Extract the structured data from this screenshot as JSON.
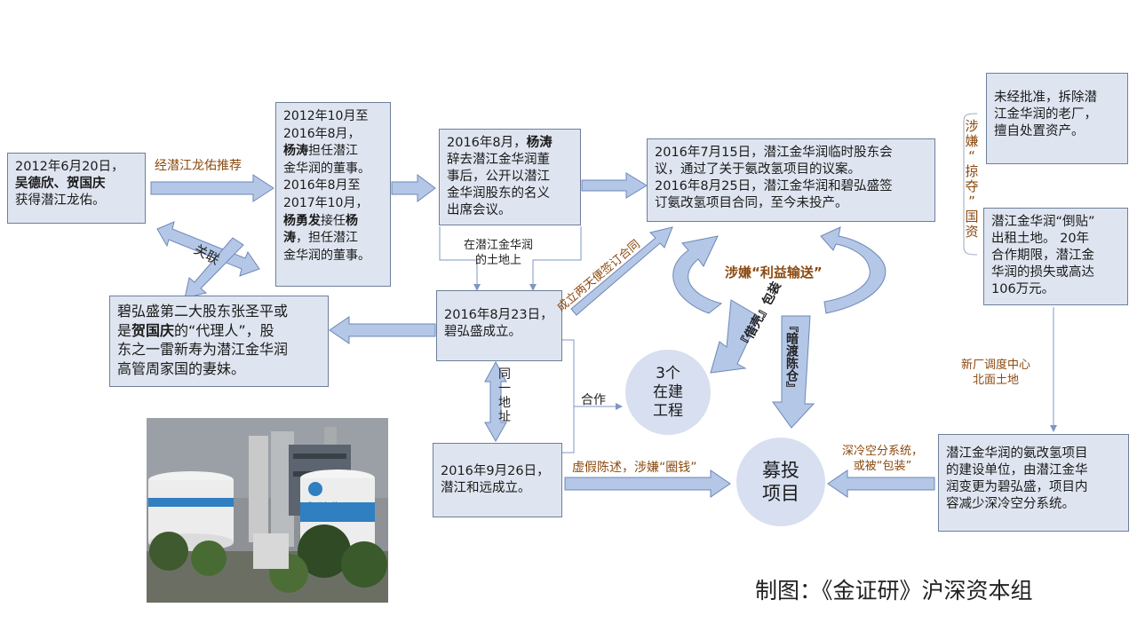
{
  "boxes": {
    "b1": [
      "2012年6月20日，",
      "吴德欣、贺国庆",
      "获得潜江龙佑。"
    ],
    "b2": [
      "2012年10月至",
      "2016年8月，",
      "杨涛",
      "担任潜江",
      "金华润的董事。",
      "2016年8月至",
      "2017年10月，",
      "杨勇发",
      "接任",
      "杨",
      "涛",
      "，担任潜江",
      "金华润的董事。"
    ],
    "b3": [
      "2016年8月，",
      "杨涛",
      "辞去潜江金华润董",
      "事后，公开以潜江",
      "金华润股东的名义",
      "出席会议。"
    ],
    "b4": [
      "2016年7月15日，潜江金华润临时股东会",
      "议，通过了关于氨改氢项目的议案。",
      "2016年8月25日，潜江金华润和碧弘盛签",
      "订氨改氢项目合同，至今未投产。"
    ],
    "b5": [
      "碧弘盛第二大股东张圣平或",
      "是",
      "贺国庆",
      "的“代理人”，股",
      "东之一雷新寿为潜江金华润",
      "高管周家国的妻妹。"
    ],
    "b6": [
      "2016年8月23日，",
      "碧弘盛成立。"
    ],
    "b7": [
      "2016年9月26日，",
      "潜江和远成立。"
    ],
    "b8": [
      "未经批准，拆除潜",
      "江金华润的老厂，",
      "擅自处置资产。"
    ],
    "b9": [
      "潜江金华润“倒贴”",
      "出租土地。 20年",
      "合作期限，潜江金",
      "华润的损失或高达",
      "106万元。"
    ],
    "b10": [
      "潜江金华润的氨改氢项目",
      "的建设单位，由潜江金华",
      "润变更为碧弘盛，项目内",
      "容减少深冷空分系统。"
    ]
  },
  "labels": {
    "recommend": "经潜江龙佑推荐",
    "related": "关联",
    "on_land": [
      "在潜江金华润",
      "的土地上"
    ],
    "sign_contract": "成立两天便签订合同",
    "benefit": "涉嫌“利益输送”",
    "same_address": [
      "同",
      "一",
      "地",
      "址"
    ],
    "cooperate": "合作",
    "borrow": [
      "『借壳』",
      "包装"
    ],
    "secret": [
      "『暗渡陈仓』"
    ],
    "false_statement": "虚假陈述，涉嫌“圈钱”",
    "cryo": [
      "深冷空分系统，",
      "或被“包装”"
    ],
    "north_land": [
      "新厂调度中心",
      "北面土地"
    ],
    "seize": [
      "涉",
      "嫌",
      "“",
      "掠",
      "夺",
      "”",
      "国",
      "资"
    ]
  },
  "circles": {
    "projects": [
      "3个",
      "在建",
      "工程"
    ],
    "fundraise": [
      "募投",
      "项目"
    ]
  },
  "credit": "制图：《金证研》沪深资本组",
  "photo_tank_label": "和远气体",
  "colors": {
    "box_fill": "#dfe5f0",
    "arrow_fill": "#b4c7e7",
    "arrow_stroke": "#6d87b8",
    "accent_brown": "#8b4a10"
  }
}
